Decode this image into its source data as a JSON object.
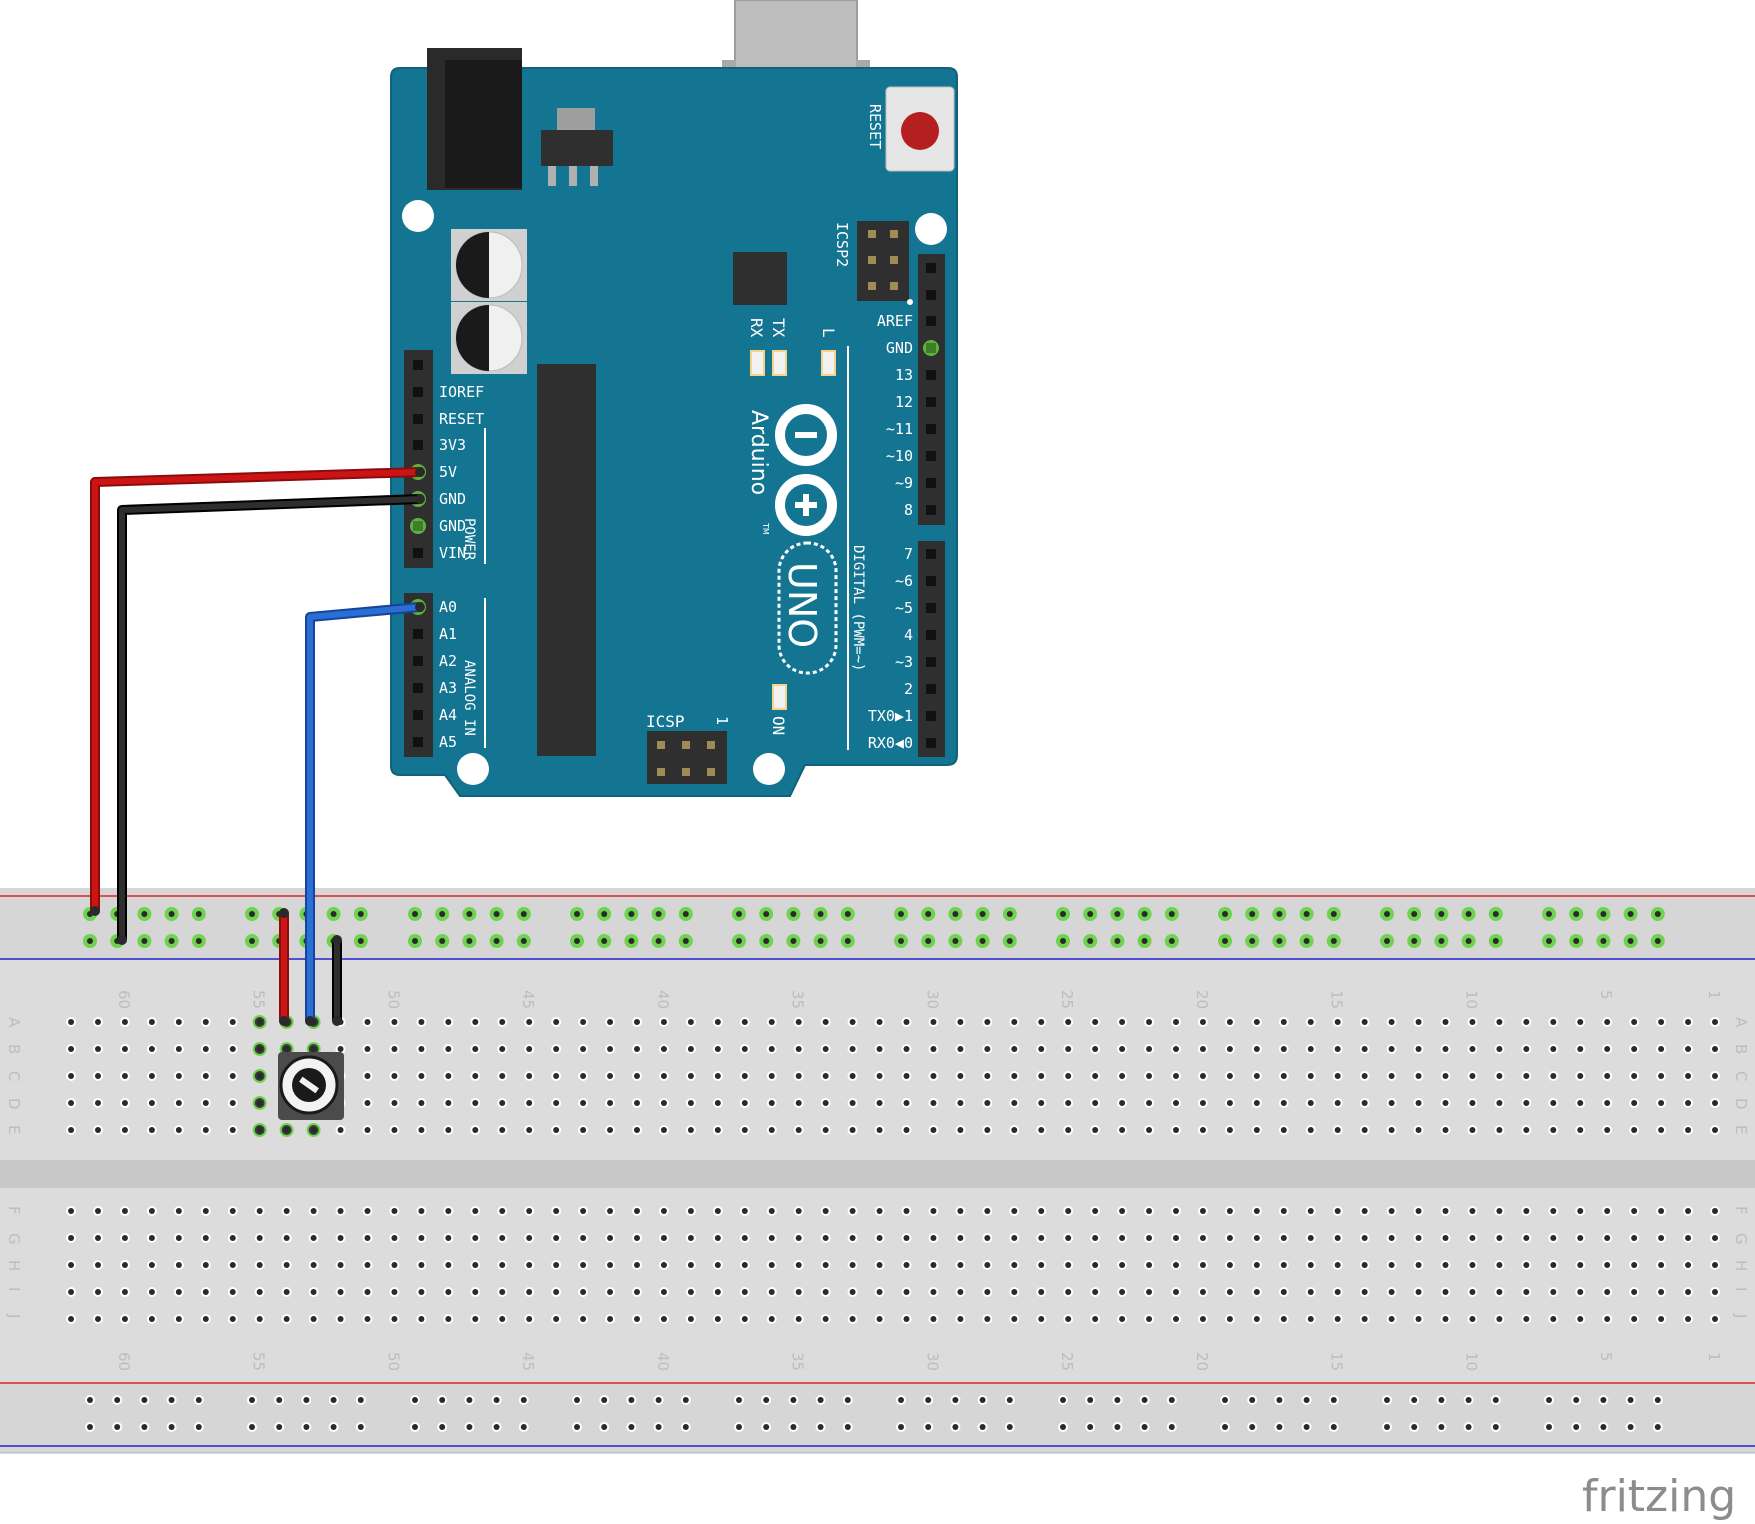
{
  "colors": {
    "board": "#137592",
    "board_edge": "#0f627a",
    "header": "#2f2f2f",
    "wire_red": "#cc1414",
    "wire_black": "#1a1a1a",
    "wire_blue": "#2a6fd6",
    "rail_red": "#e02424",
    "rail_blue": "#2222cc",
    "breadboard": "#dcdcdc",
    "hole_active": "#6fd34f",
    "reset_button": "#b51f1f"
  },
  "arduino": {
    "reset_label": "RESET",
    "icsp2_label": "ICSP2",
    "icsp_label": "ICSP",
    "icsp_pin1": "1",
    "tx_label": "TX",
    "rx_label": "RX",
    "l_label": "L",
    "on_label": "ON",
    "brand": "Arduino",
    "trademark": "TM",
    "model": "UNO",
    "power_label": "POWER",
    "analog_label": "ANALOG IN",
    "digital_label": "DIGITAL (PWM=~)",
    "power_pins": [
      "IOREF",
      "RESET",
      "3V3",
      "5V",
      "GND",
      "GND",
      "VIN"
    ],
    "analog_pins": [
      "A0",
      "A1",
      "A2",
      "A3",
      "A4",
      "A5"
    ],
    "digital_high": [
      "AREF",
      "GND",
      "13",
      "12",
      "~11",
      "~10",
      "~9",
      "8"
    ],
    "digital_low": [
      "7",
      "~6",
      "~5",
      "4",
      "~3",
      "2",
      "TX0▶1",
      "RX0◀0"
    ]
  },
  "breadboard": {
    "column_numbers": [
      "60",
      "55",
      "50",
      "45",
      "40",
      "35",
      "30",
      "25",
      "20",
      "15",
      "10",
      "5",
      "1"
    ],
    "rows_top": [
      "A",
      "B",
      "C",
      "D",
      "E"
    ],
    "rows_bottom": [
      "F",
      "G",
      "H",
      "I",
      "J"
    ]
  },
  "wires": [
    {
      "name": "5V",
      "color": "red",
      "from": "Arduino 5V",
      "to": "top power rail (+)"
    },
    {
      "name": "GND",
      "color": "black",
      "from": "Arduino GND",
      "to": "top power rail (−)"
    },
    {
      "name": "A0",
      "color": "blue",
      "from": "Arduino A0",
      "to": "potentiometer wiper"
    }
  ],
  "components": [
    {
      "type": "potentiometer",
      "name": "trimmer-potentiometer"
    }
  ],
  "footer": {
    "brand": "fritzing"
  }
}
